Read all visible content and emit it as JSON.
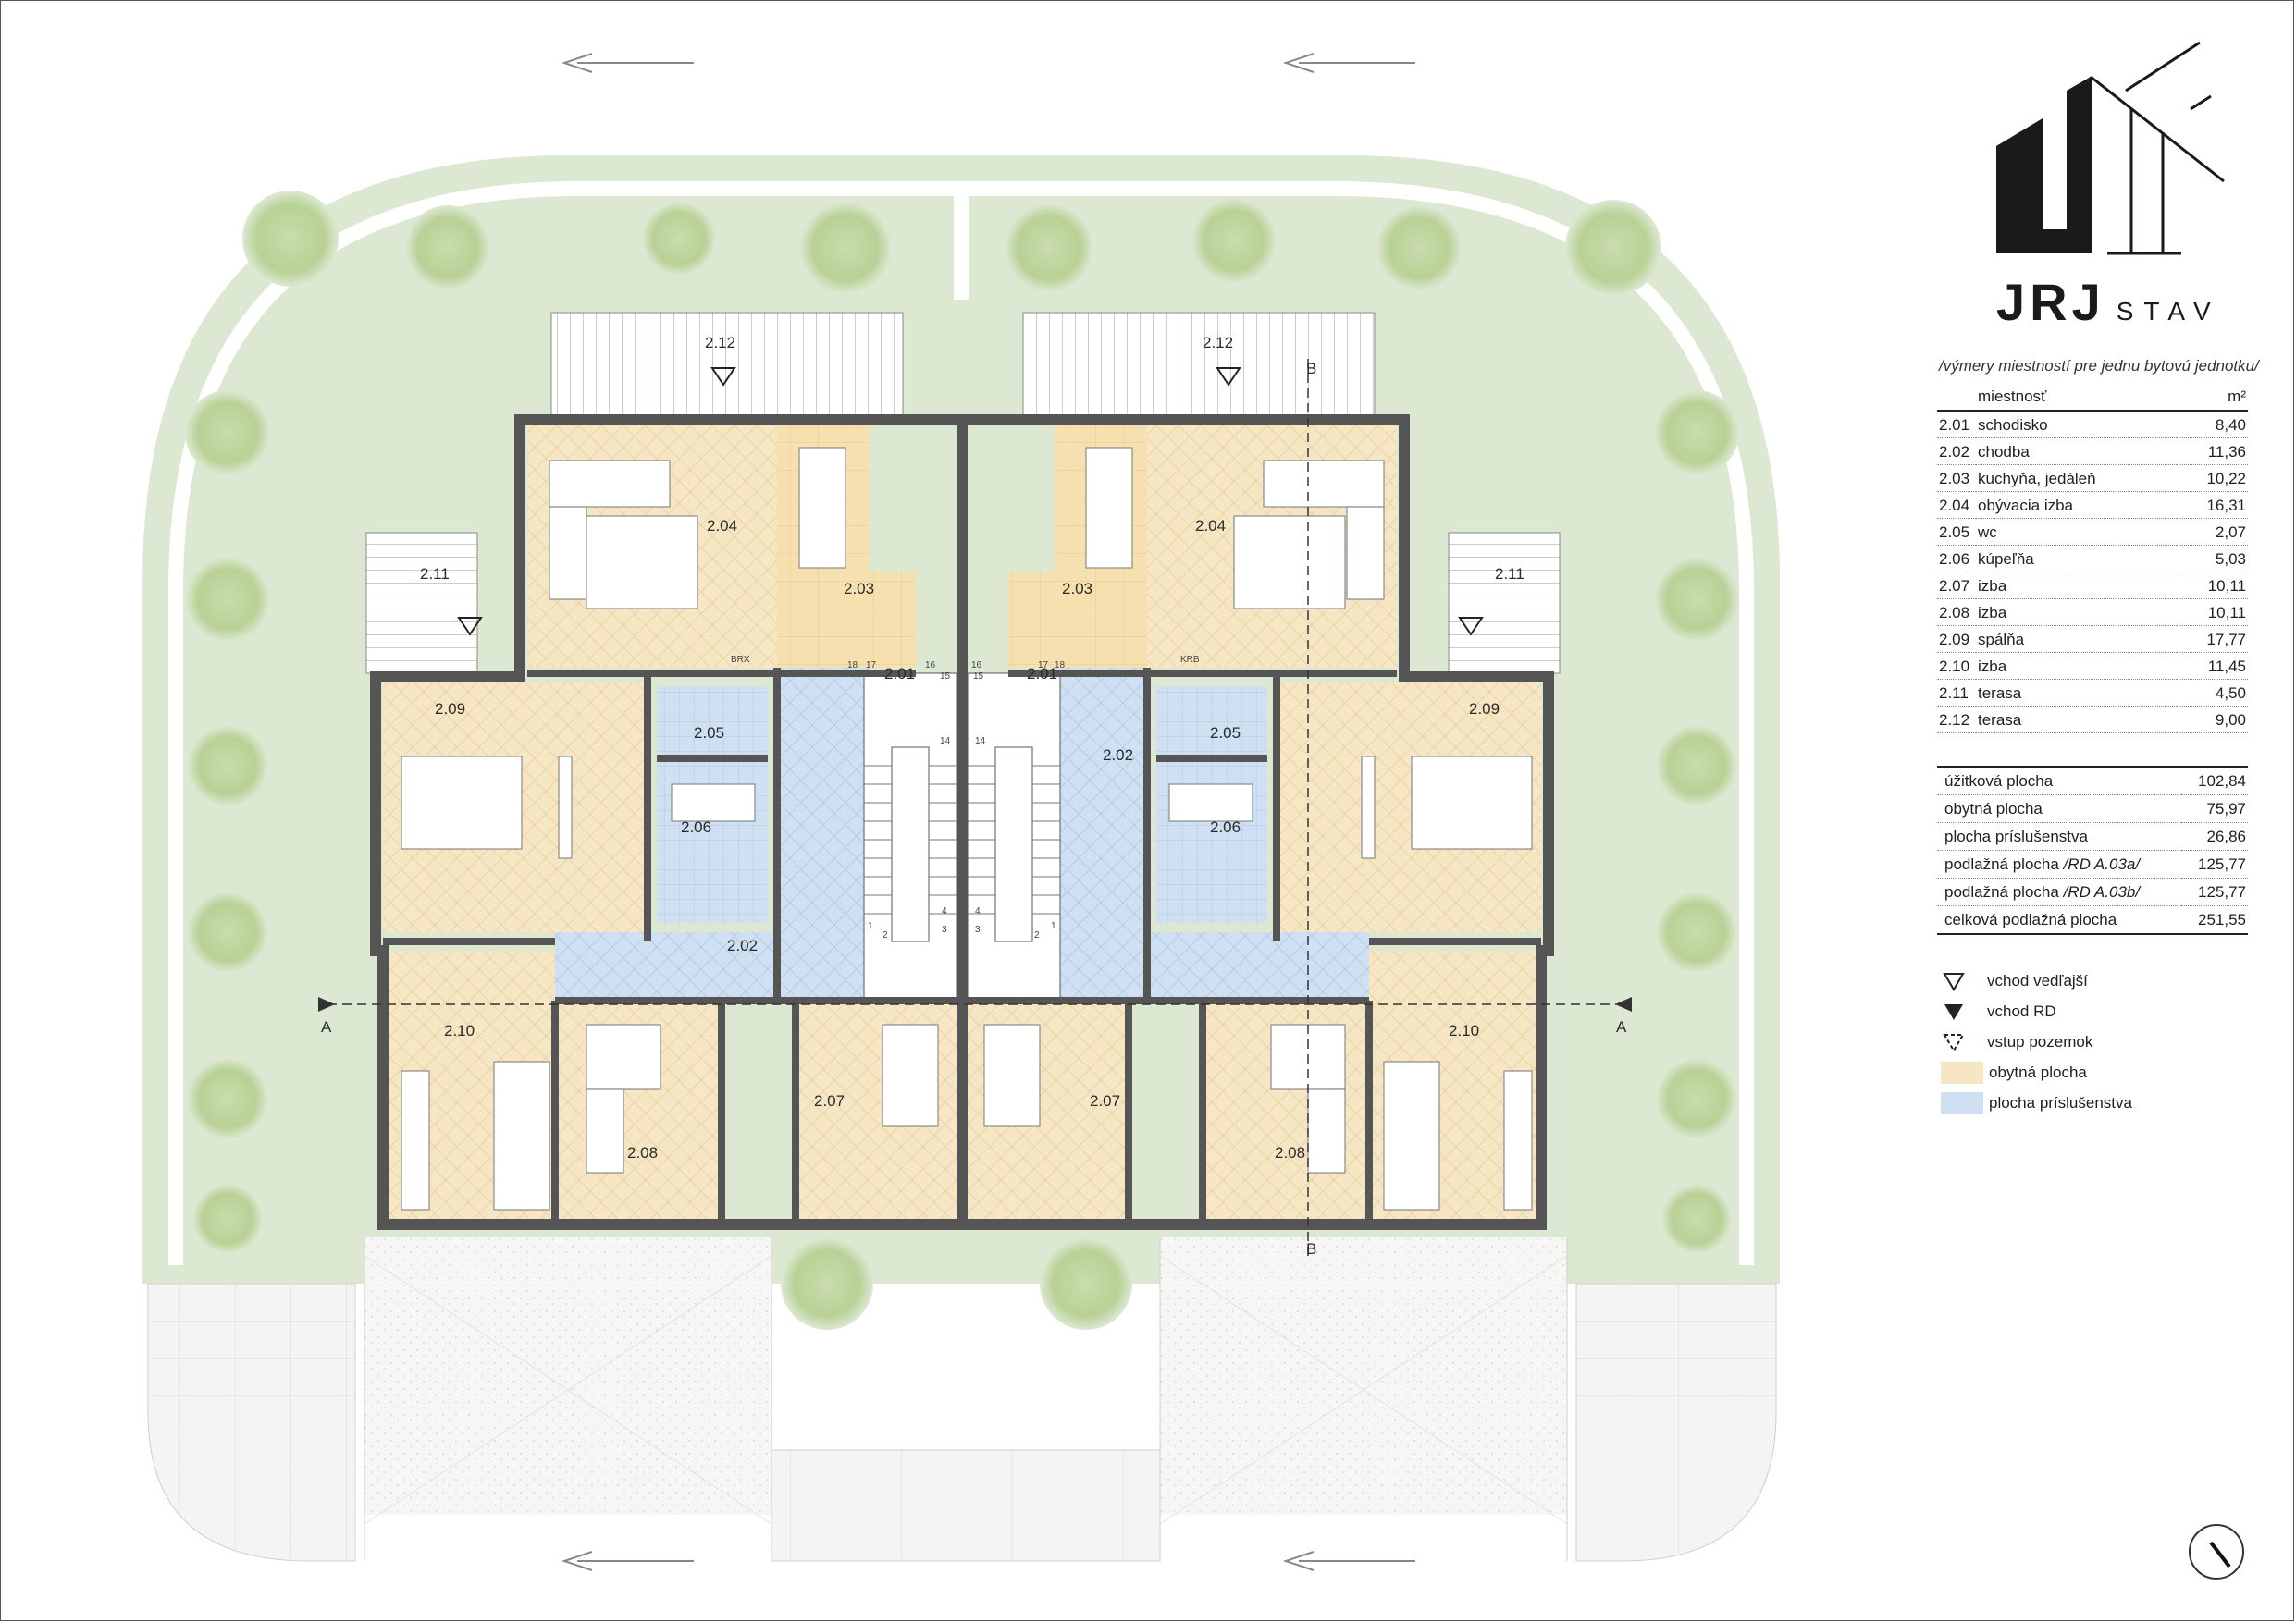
{
  "brand": {
    "name": "JRJ",
    "suffix": "STAV"
  },
  "table": {
    "caption": "/výmery miestností pre jednu bytovú jednotku/",
    "header": {
      "room": "miestnosť",
      "unit": "m²"
    },
    "rooms": [
      {
        "code": "2.01",
        "name": "schodisko",
        "area": "8,40"
      },
      {
        "code": "2.02",
        "name": "chodba",
        "area": "11,36"
      },
      {
        "code": "2.03",
        "name": "kuchyňa, jedáleň",
        "area": "10,22"
      },
      {
        "code": "2.04",
        "name": "obývacia izba",
        "area": "16,31"
      },
      {
        "code": "2.05",
        "name": "wc",
        "area": "2,07"
      },
      {
        "code": "2.06",
        "name": "kúpeľňa",
        "area": "5,03"
      },
      {
        "code": "2.07",
        "name": "izba",
        "area": "10,11"
      },
      {
        "code": "2.08",
        "name": "izba",
        "area": "10,11"
      },
      {
        "code": "2.09",
        "name": "spálňa",
        "area": "17,77"
      },
      {
        "code": "2.10",
        "name": "izba",
        "area": "11,45"
      },
      {
        "code": "2.11",
        "name": "terasa",
        "area": "4,50"
      },
      {
        "code": "2.12",
        "name": "terasa",
        "area": "9,00"
      }
    ],
    "totals": [
      {
        "label": "úžitková plocha",
        "value": "102,84"
      },
      {
        "label": "obytná plocha",
        "value": "75,97"
      },
      {
        "label": "plocha príslušenstva",
        "value": "26,86"
      },
      {
        "label": "podlažná plocha",
        "ref": "/RD A.03a/",
        "value": "125,77"
      },
      {
        "label": "podlažná plocha",
        "ref": "/RD A.03b/",
        "value": "125,77"
      },
      {
        "label": "celková podlažná plocha",
        "value": "251,55"
      }
    ]
  },
  "legend": {
    "side_entrance": "vchod vedľajší",
    "main_entrance": "vchod RD",
    "plot_entry": "vstup pozemok",
    "living_area": "obytná plocha",
    "accessory_area": "plocha príslušenstva"
  },
  "colors": {
    "living": "#f7e6c4",
    "accessory": "#cfe0f2",
    "garden": "#dde8d3",
    "wall": "#555555"
  },
  "plan": {
    "room_labels": {
      "r201": "2.01",
      "r202": "2.02",
      "r203": "2.03",
      "r204": "2.04",
      "r205": "2.05",
      "r206": "2.06",
      "r207": "2.07",
      "r208": "2.08",
      "r209": "2.09",
      "r210": "2.10",
      "r211": "2.11",
      "r212": "2.12"
    },
    "section_a": "A",
    "section_b": "B",
    "steps": {
      "s1": "1",
      "s2": "2",
      "s3": "3",
      "s4": "4",
      "s14": "14",
      "s15": "15",
      "s16": "16",
      "s17": "17",
      "s18": "18"
    },
    "kitchen_tag": "BRX",
    "kitchen_tag_right": "KRB"
  }
}
